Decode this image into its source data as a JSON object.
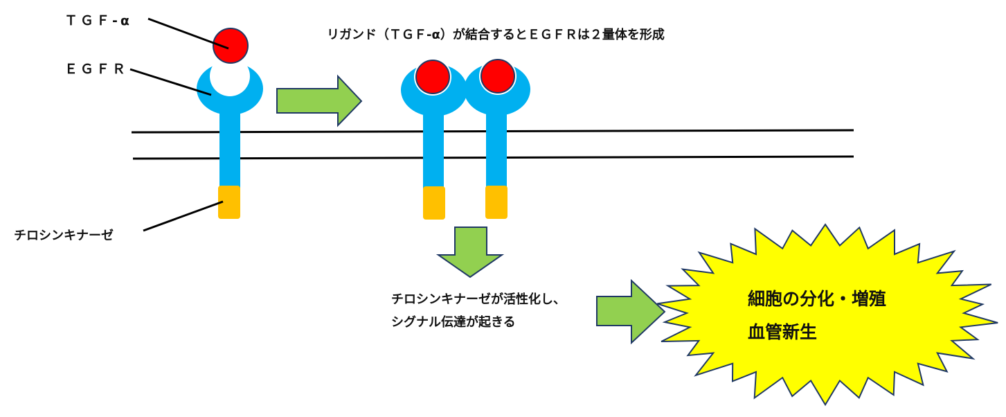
{
  "labels": {
    "tgf": "ＴＧＦ-α",
    "egfr": "ＥＧＦＲ",
    "tyrosine_kinase": "チロシンキナーゼ"
  },
  "title": "リガンド（ＴＧＦ-α）が結合するとＥＧＦＲは２量体を形成",
  "signal_text": [
    "チロシンキナーゼが活性化し、",
    "シグナル伝達が起きる"
  ],
  "result_text": [
    "細胞の分化・増殖",
    "血管新生"
  ],
  "colors": {
    "receptor": "#00b0f0",
    "ligand": "#ff0000",
    "kinase": "#ffc000",
    "arrow": "#92d050",
    "burst": "#ffff00",
    "outline": "#1f3864"
  }
}
